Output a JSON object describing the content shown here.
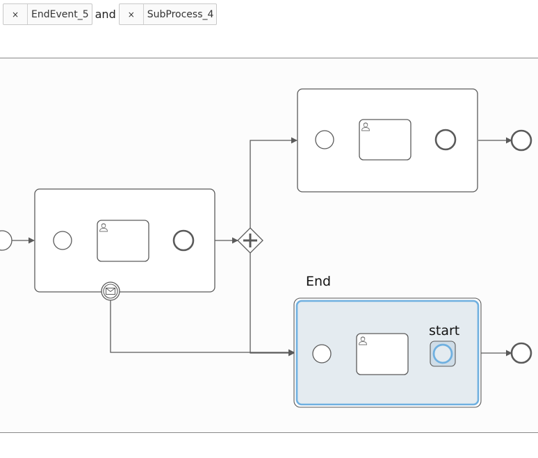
{
  "filter_chips": {
    "chip1": {
      "remove_symbol": "×",
      "label": "EndEvent_5"
    },
    "connector": "and",
    "chip2": {
      "remove_symbol": "×",
      "label": "SubProcess_4"
    }
  },
  "diagram": {
    "labels": {
      "subprocess_label": "End",
      "event_label": "start"
    },
    "colors": {
      "stroke": "#5a5a5a",
      "selected_stroke": "#6fb0e0",
      "selected_fill": "#e4ebf0",
      "task_fill": "#ffffff"
    },
    "icons": [
      "user-task-icon",
      "message-boundary-event-icon",
      "parallel-gateway-plus-icon"
    ]
  }
}
